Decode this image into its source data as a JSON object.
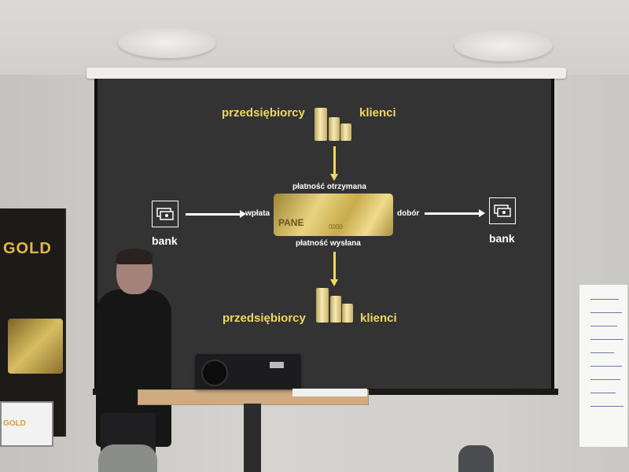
{
  "slide": {
    "top_left_label": "przedsiębiorcy",
    "top_right_label": "klienci",
    "received_label": "płatność otrzymana",
    "sent_label": "płatność wysłana",
    "deposit_label": "wpłata",
    "selection_label": "dobór",
    "bank_left_label": "bank",
    "bank_right_label": "bank",
    "bottom_left_label": "przedsiębiorcy",
    "bottom_right_label": "klienci",
    "card_text": "PANE",
    "card_number": "0000"
  },
  "room": {
    "banner_logo": "GOLD",
    "laptop_logo": "GOLD"
  },
  "colors": {
    "slide_background": "#333333",
    "gold_text": "#f1d760",
    "white_text": "#ffffff"
  }
}
